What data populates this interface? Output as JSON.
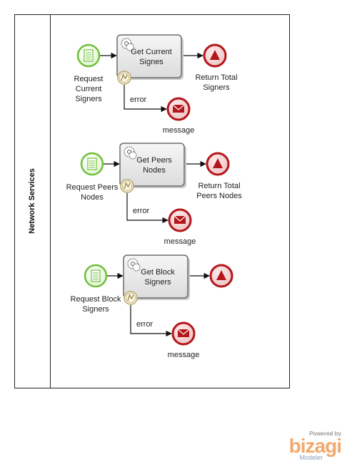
{
  "pool": {
    "lane_label": "Network Services"
  },
  "flows": [
    {
      "start_label": [
        "Request",
        "Current",
        "Signers"
      ],
      "task_label": [
        "Get Current",
        "Signes"
      ],
      "end_label": [
        "Return Total",
        "Signers"
      ],
      "error_label": "error",
      "message_label": "message"
    },
    {
      "start_label": [
        "Request Peers",
        "Nodes"
      ],
      "task_label": [
        "Get Peers",
        "Nodes"
      ],
      "end_label": [
        "Return Total",
        "Peers Nodes"
      ],
      "error_label": "error",
      "message_label": "message"
    },
    {
      "start_label": [
        "Request Block",
        "Signers"
      ],
      "task_label": [
        "Get Block",
        "Signers"
      ],
      "end_label": [],
      "error_label": "error",
      "message_label": "message"
    }
  ],
  "watermark": {
    "powered": "Powered by",
    "brand": "bizagi",
    "product": "Modeler"
  },
  "colors": {
    "start_stroke": "#6fbf3a",
    "start_fill": "#f1fbe8",
    "end_stroke": "#b4161b",
    "end_fill": "#f7dada",
    "task_fill": "#ececec",
    "task_stroke": "#6b6b6b",
    "boundary_stroke": "#b8a66a"
  }
}
